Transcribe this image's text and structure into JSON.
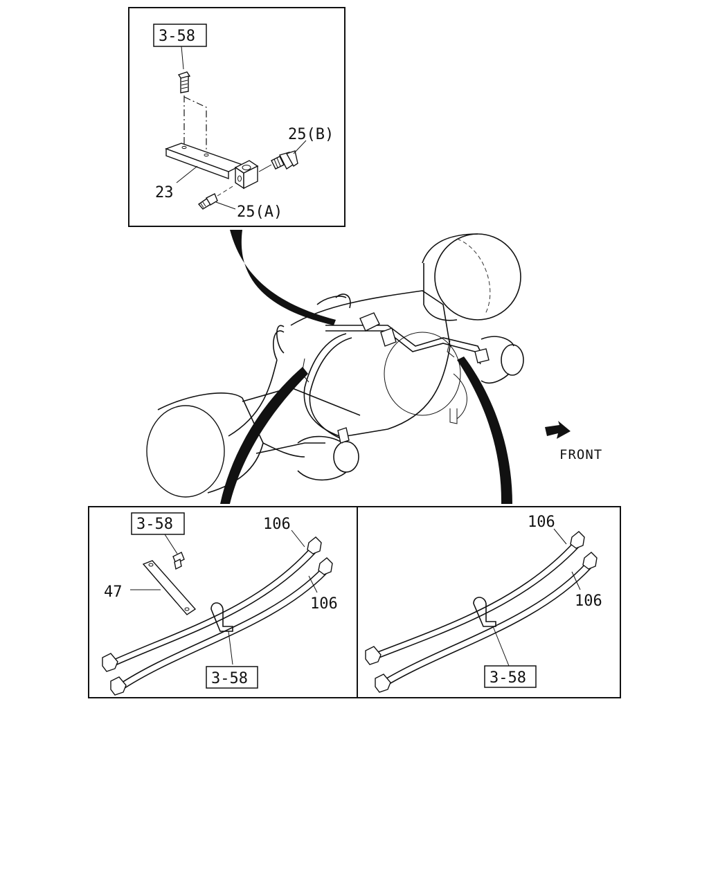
{
  "callouts": {
    "top_ref": "3-58",
    "part_23": "23",
    "part_25a": "25(A)",
    "part_25b": "25(B)",
    "left_ref_top": "3-58",
    "left_ref_bottom": "3-58",
    "left_part_47": "47",
    "left_part_106_a": "106",
    "left_part_106_b": "106",
    "right_part_106_a": "106",
    "right_part_106_b": "106",
    "right_ref_bottom": "3-58"
  },
  "direction": {
    "label": "FRONT",
    "icon": "arrow-right-down-icon"
  }
}
